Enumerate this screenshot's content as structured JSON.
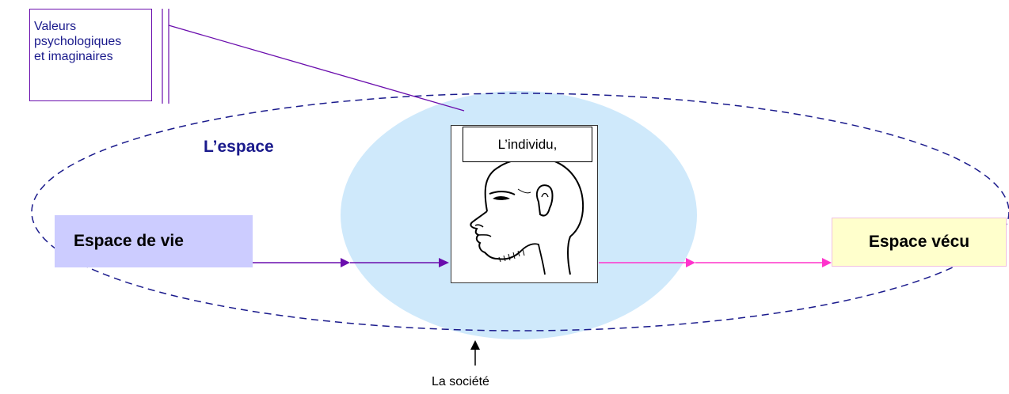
{
  "callout": {
    "text": "Valeurs\npsychologiques\net imaginaires"
  },
  "space": {
    "title": "L’espace"
  },
  "left_box": {
    "label": "Espace de vie"
  },
  "right_box": {
    "label": "Espace vécu"
  },
  "center": {
    "label": "L’individu,",
    "portrait_icon": "head-profile-icon"
  },
  "bottom": {
    "label": "La société"
  },
  "colors": {
    "dashed_ellipse": "#1a1a8c",
    "center_blob": "#cfe9fb",
    "left_box_fill": "#ccccff",
    "right_box_fill": "#ffffcc",
    "arrow_left": "#6a0dad",
    "arrow_right": "#ff33cc",
    "callout_line": "#6a0dad",
    "title_text": "#1a1a8c"
  }
}
